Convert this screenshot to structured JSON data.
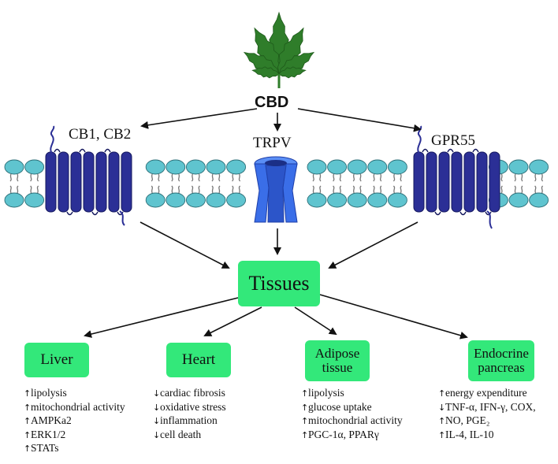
{
  "center": {
    "compound": "CBD",
    "hub": "Tissues"
  },
  "receptors": [
    {
      "label": "CB1, CB2"
    },
    {
      "label": "TRPV"
    },
    {
      "label": "GPR55"
    }
  ],
  "tissues": [
    {
      "label_lines": [
        "Liver"
      ],
      "effects": [
        {
          "dir": "up",
          "text": "lipolysis"
        },
        {
          "dir": "up",
          "text": "mitochondrial activity"
        },
        {
          "dir": "up",
          "text": "AMPKa2"
        },
        {
          "dir": "up",
          "text": "ERK1/2"
        },
        {
          "dir": "up",
          "text": "STATs"
        }
      ]
    },
    {
      "label_lines": [
        "Heart"
      ],
      "effects": [
        {
          "dir": "down",
          "text": "cardiac fibrosis"
        },
        {
          "dir": "down",
          "text": "oxidative stress"
        },
        {
          "dir": "down",
          "text": "inflammation"
        },
        {
          "dir": "down",
          "text": "cell death"
        }
      ]
    },
    {
      "label_lines": [
        "Adipose",
        "tissue"
      ],
      "effects": [
        {
          "dir": "up",
          "text": "lipolysis"
        },
        {
          "dir": "up",
          "text": "glucose uptake"
        },
        {
          "dir": "up",
          "text": "mitochondrial activity"
        },
        {
          "dir": "up",
          "text": "PGC-1α, PPARγ"
        }
      ]
    },
    {
      "label_lines": [
        "Endocrine",
        "pancreas"
      ],
      "effects": [
        {
          "dir": "up",
          "text": "energy expenditure"
        },
        {
          "dir": "down",
          "text": "TNF-α, IFN-γ, COX,"
        },
        {
          "dir": "up",
          "text": "NO, PGE₂"
        },
        {
          "dir": "up",
          "text": "IL-4, IL-10"
        }
      ]
    }
  ],
  "colors": {
    "box_green": "#33e87a",
    "membrane_head": "#5fc4cf",
    "receptor_blue": "#2b2f96",
    "channel_blue": "#3a6ee8",
    "leaf_green": "#2f7d2a"
  }
}
